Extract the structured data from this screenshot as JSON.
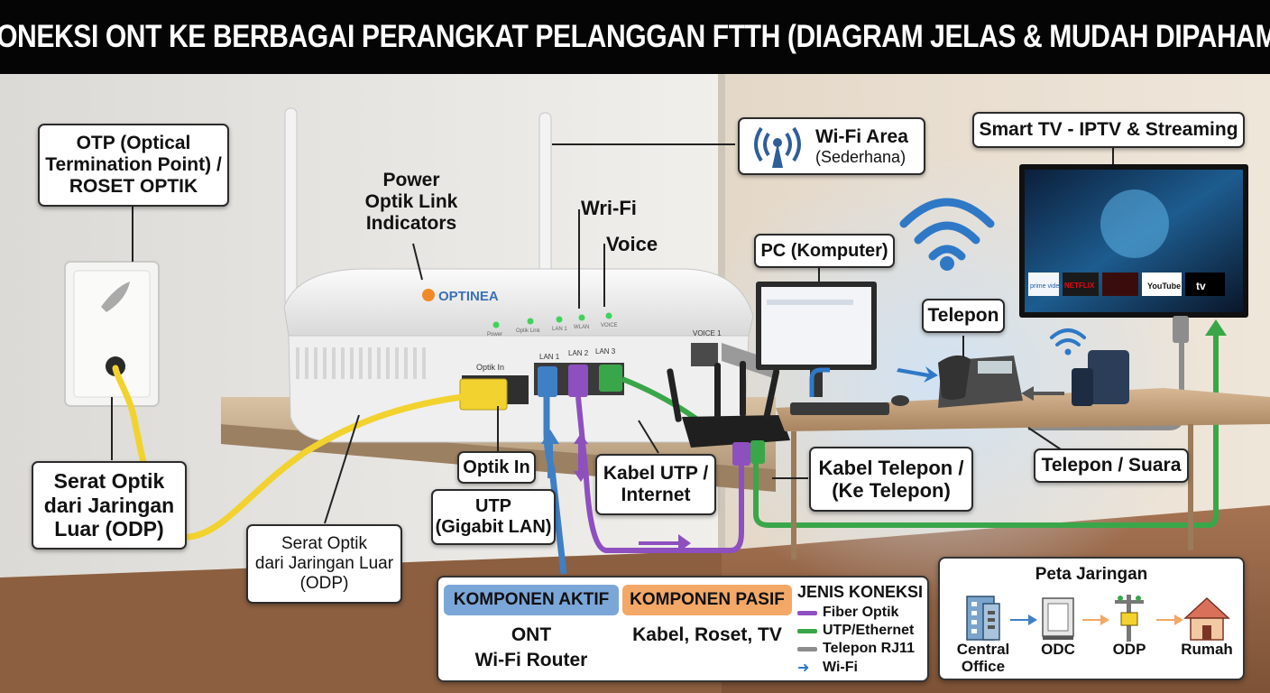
{
  "title": "KONEKSI ONT KE BERBAGAI PERANGKAT PELANGGAN FTTH (DIAGRAM JELAS & MUDAH DIPAHAMI)",
  "colors": {
    "fiber_yellow": "#f2d22e",
    "utp_blue": "#3f7fc4",
    "utp_purple": "#8e4fbf",
    "utp_green": "#3aa64a",
    "phone_gray": "#8d8d8d",
    "wifi_blue": "#2f78c6",
    "active_header": "#7ba6d8",
    "passive_header": "#f3a867"
  },
  "callouts": {
    "otp": [
      "OTP (Optical",
      "Termination Point) /",
      "ROSET OPTIK"
    ],
    "serat_left": [
      "Serat Optik",
      "dari Jaringan",
      "Luar (ODP)"
    ],
    "serat_mid": [
      "Serat Optik",
      "dari Jaringan Luar",
      "(ODP)"
    ],
    "optik_in": "Optik In",
    "utp": [
      "UTP",
      "(Gigabit LAN)"
    ],
    "kabel_utp": [
      "Kabel UTP /",
      "Internet"
    ],
    "kabel_telepon": [
      "Kabel Telepon /",
      "(Ke Telepon)"
    ],
    "telepon_suara": "Telepon / Suara",
    "pc": "PC (Komputer)",
    "telepon": "Telepon",
    "smart_tv": "Smart TV - IPTV & Streaming",
    "wifi_area_title": "Wi-Fi Area",
    "wifi_area_sub": "(Sederhana)"
  },
  "labels": {
    "power_indicators": [
      "Power",
      "Optik Link",
      "Indicators"
    ],
    "wrifi": "Wri-Fi",
    "voice": "Voice"
  },
  "ont": {
    "brand": "OPTINEA",
    "port_optik": "Optik In",
    "port_lan1": "LAN 1",
    "port_lan2": "LAN 2",
    "port_lan3": "LAN 3",
    "port_voice": "VOICE 1",
    "led_power": "Power",
    "led_link": "Optik Link",
    "led_lan": "LAN 1",
    "led_wlan": "WLAN",
    "led_voice": "VOICE"
  },
  "tv_apps": [
    "prime video",
    "NETFLIX",
    "YouTube",
    "tv"
  ],
  "legend": {
    "active_title": "KOMPONEN AKTIF",
    "active_items": [
      "ONT",
      "Wi-Fi Router"
    ],
    "passive_title": "KOMPONEN PASIF",
    "passive_items": [
      "Kabel, Roset, TV"
    ],
    "conn_title": "JENIS KONEKSI",
    "conn_items": [
      {
        "label": "Fiber Optik",
        "color": "#8e4fbf"
      },
      {
        "label": "UTP/Ethernet",
        "color": "#3aa64a"
      },
      {
        "label": "Telepon RJ11",
        "color": "#8d8d8d"
      },
      {
        "label": "Wi-Fi",
        "color": "#2f78c6"
      }
    ]
  },
  "network_map": {
    "title": "Peta Jaringan",
    "nodes": [
      {
        "label": [
          "Central",
          "Office"
        ],
        "icon": "building-icon"
      },
      {
        "label": [
          "ODC"
        ],
        "icon": "cabinet-icon"
      },
      {
        "label": [
          "ODP"
        ],
        "icon": "pole-icon"
      },
      {
        "label": [
          "Rumah"
        ],
        "icon": "house-icon"
      }
    ]
  }
}
